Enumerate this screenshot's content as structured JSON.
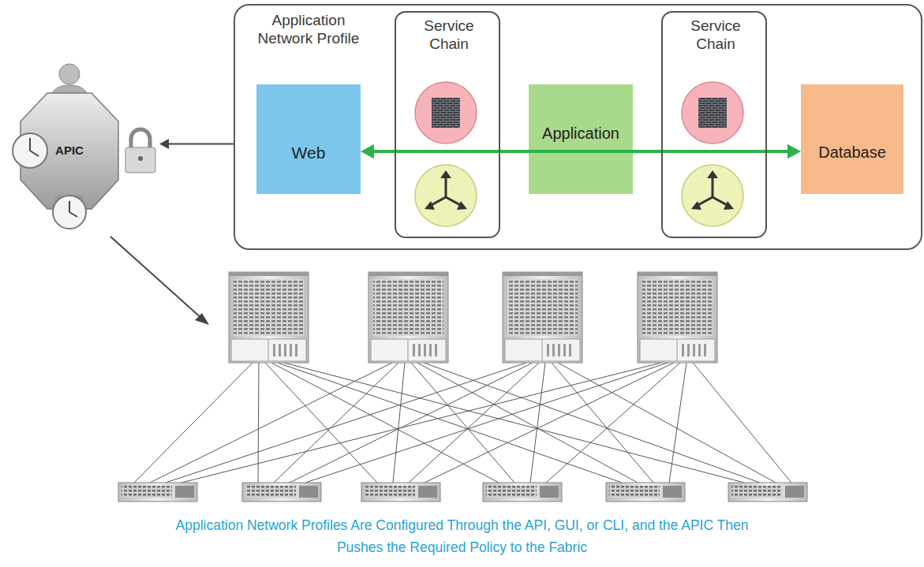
{
  "diagram": {
    "caption": "Application Network Profiles Are Configured Through the API, GUI, or CLI, and the APIC Then Pushes the Required Policy to the Fabric",
    "nodes": [
      {
        "text": [
          "APIC"
        ]
      },
      {
        "text": [
          "Application Network Profile"
        ]
      },
      {
        "text": [
          "Web"
        ],
        "in": 1
      },
      {
        "text": [
          "Service Chain"
        ],
        "in": 1
      },
      {
        "text": [
          "Application"
        ],
        "in": 1
      },
      {
        "text": [
          "Service Chain"
        ],
        "in": 1
      },
      {
        "text": [
          "Database"
        ],
        "in": 1
      }
    ],
    "edges": [
      {
        "from": 1,
        "to": 0,
        "arrow": "to"
      },
      {
        "from": 2,
        "to": 6,
        "arrow": "both"
      }
    ]
  }
}
